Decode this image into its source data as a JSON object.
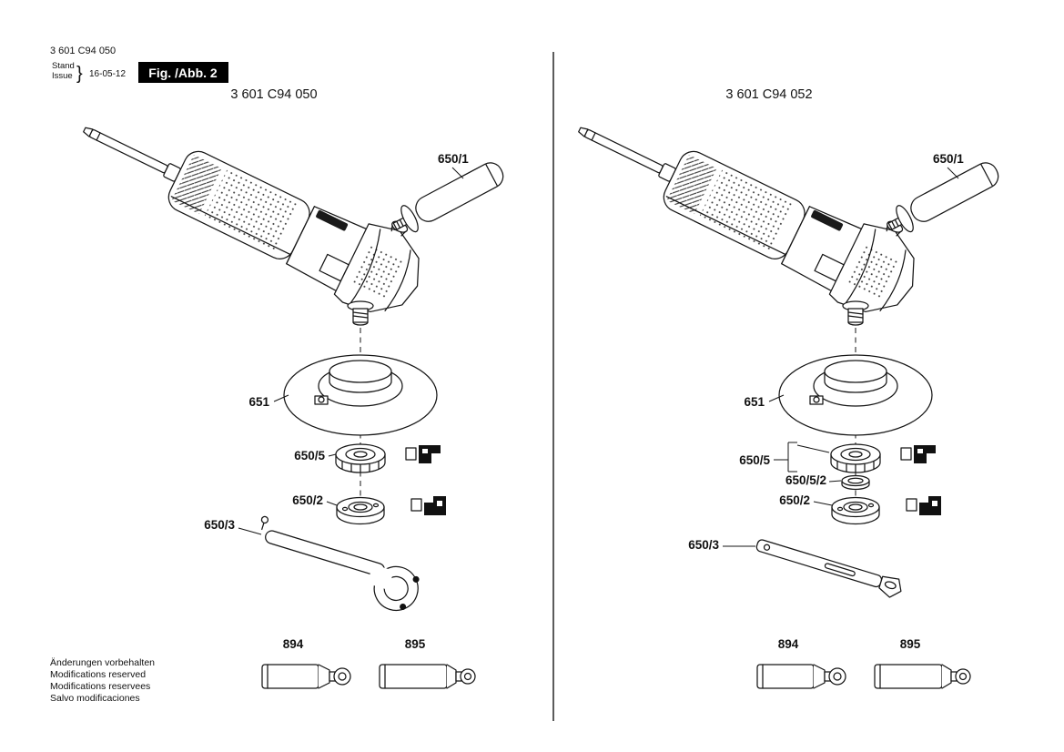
{
  "header": {
    "doc_number": "3 601 C94 050",
    "stand_label": "Stand",
    "issue_label": "Issue",
    "brace": "}",
    "date": "16-05-12",
    "fig_label": "Fig. /Abb. 2"
  },
  "panels": [
    {
      "title": "3 601 C94 050",
      "labels": {
        "handle": "650/1",
        "guard": "651",
        "flange": "650/5",
        "clamp_nut": "650/2",
        "pin_wrench": "650/3",
        "tube_894": "894",
        "tube_895": "895"
      }
    },
    {
      "title": "3 601 C94 052",
      "labels": {
        "handle": "650/1",
        "guard": "651",
        "flange": "650/5",
        "flange_washer": "650/5/2",
        "clamp_nut": "650/2",
        "pin_wrench": "650/3",
        "tube_894": "894",
        "tube_895": "895"
      }
    }
  ],
  "footer": {
    "lines": [
      "Änderungen vorbehalten",
      "Modifications reserved",
      "Modifications reservees",
      "Salvo modificaciones"
    ]
  }
}
